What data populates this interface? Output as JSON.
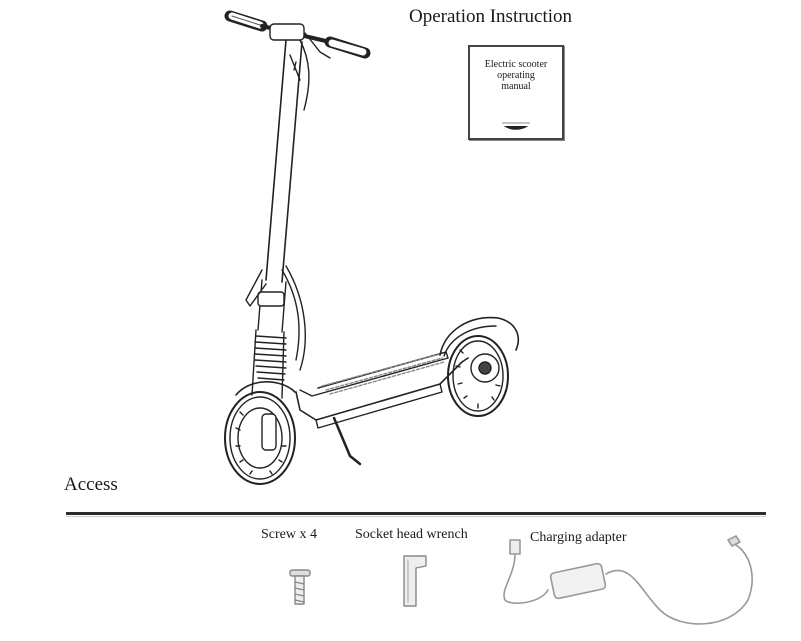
{
  "header": {
    "title": "Operation Instruction"
  },
  "manual_card": {
    "text_line1": "Electric scooter",
    "text_line2": "operating",
    "text_line3": "manual"
  },
  "accessories": {
    "heading": "Access",
    "items": [
      {
        "label": "Screw x 4",
        "icon": "screw-icon"
      },
      {
        "label": "Socket head wrench",
        "icon": "wrench-icon"
      },
      {
        "label": "Charging adapter",
        "icon": "charger-icon"
      }
    ]
  },
  "illustration": {
    "icon": "electric-scooter-icon"
  }
}
